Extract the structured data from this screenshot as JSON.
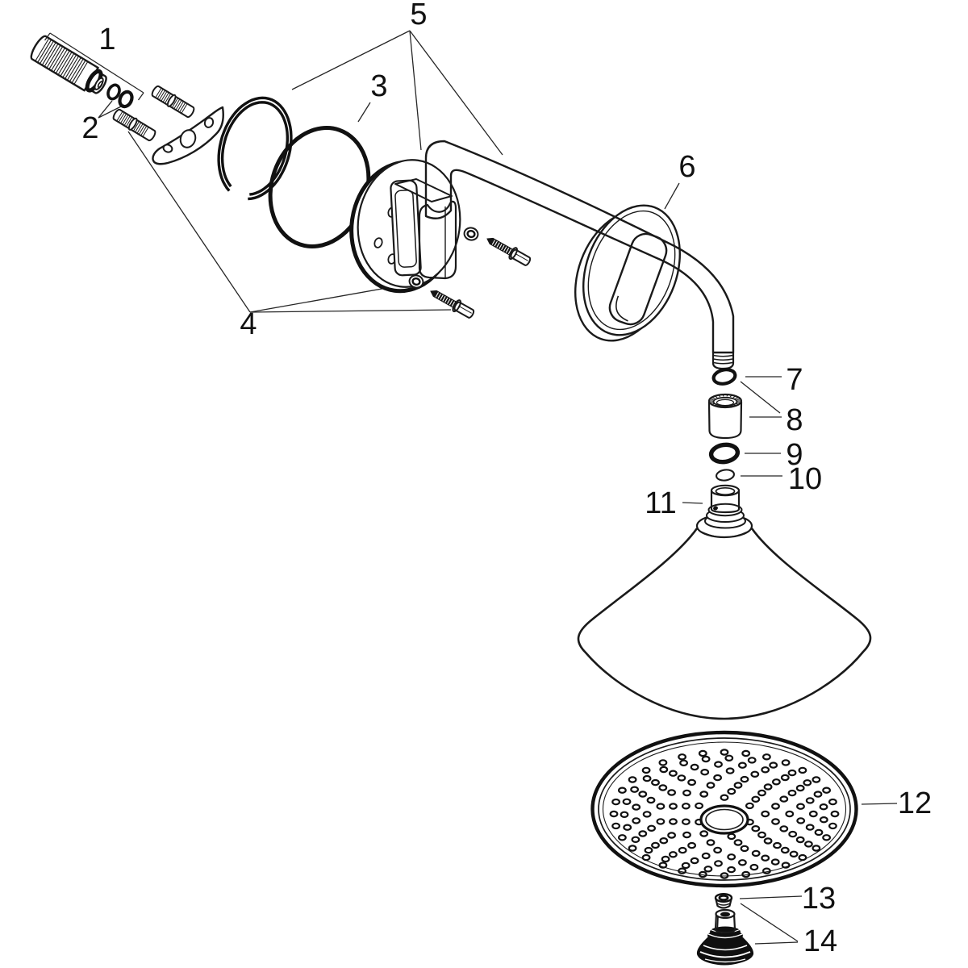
{
  "diagram_title": "",
  "part_labels": [
    "1",
    "2",
    "3",
    "4",
    "5",
    "6",
    "7",
    "8",
    "9",
    "10",
    "11",
    "12",
    "13",
    "14"
  ],
  "colors": {
    "background": "#ffffff",
    "line": "#1a1a1a",
    "label_text": "#111111"
  }
}
